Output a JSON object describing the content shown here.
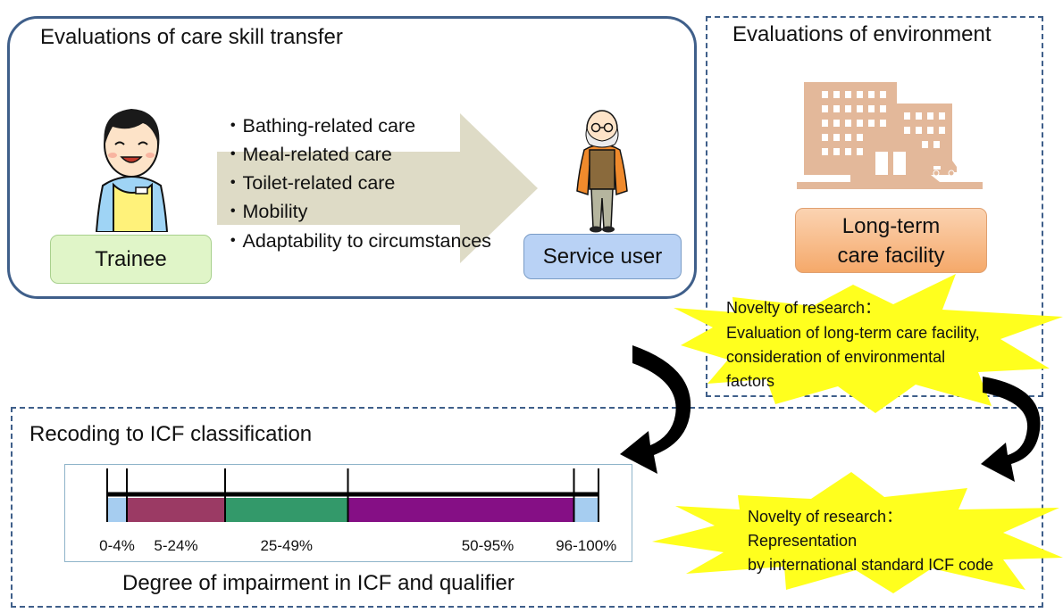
{
  "skill_transfer": {
    "title": "Evaluations of care skill transfer",
    "care_items": [
      "・Bathing-related care",
      "・Meal-related care",
      "・Toilet-related care",
      "・Mobility",
      "・Adaptability to circumstances"
    ],
    "trainee_label": "Trainee",
    "service_user_label": "Service user"
  },
  "environment": {
    "title": "Evaluations of environment",
    "facility_label_line1": "Long-term",
    "facility_label_line2": "care facility",
    "novelty": {
      "heading": "Novelty of research：",
      "lines": [
        "Evaluation of long-term care facility,",
        "consideration of environmental",
        "factors"
      ]
    }
  },
  "icf": {
    "title": "Recoding to ICF classification",
    "caption": "Degree of impairment in ICF and qualifier",
    "novelty": {
      "heading": "Novelty of research：",
      "lines": [
        "Representation",
        "by international standard ICF code"
      ]
    }
  },
  "chart_data": {
    "type": "bar",
    "orientation": "horizontal-stacked",
    "categories": [
      "0-4%",
      "5-24%",
      "25-49%",
      "50-95%",
      "96-100%"
    ],
    "segments": [
      {
        "label": "0-4%",
        "start": 0,
        "end": 4,
        "color": "#a6cdf0"
      },
      {
        "label": "5-24%",
        "start": 4,
        "end": 24,
        "color": "#9b3a64"
      },
      {
        "label": "25-49%",
        "start": 24,
        "end": 49,
        "color": "#33996a"
      },
      {
        "label": "50-95%",
        "start": 49,
        "end": 95,
        "color": "#850f85"
      },
      {
        "label": "96-100%",
        "start": 95,
        "end": 100,
        "color": "#a6cdf0"
      }
    ],
    "xlim": [
      0,
      100
    ]
  },
  "colors": {
    "panel_border": "#3f5f8a",
    "arrow_fill": "#dedbc6",
    "trainee_box": "#e0f5c8",
    "service_user_box": "#b9d2f5",
    "facility_box": "#f8c093",
    "building": "#e3b89a",
    "starburst": "#ffff1e"
  },
  "icons": [
    "trainee-person-icon",
    "elderly-person-icon",
    "building-icon",
    "ambulance-icon",
    "curved-arrow-icon"
  ]
}
